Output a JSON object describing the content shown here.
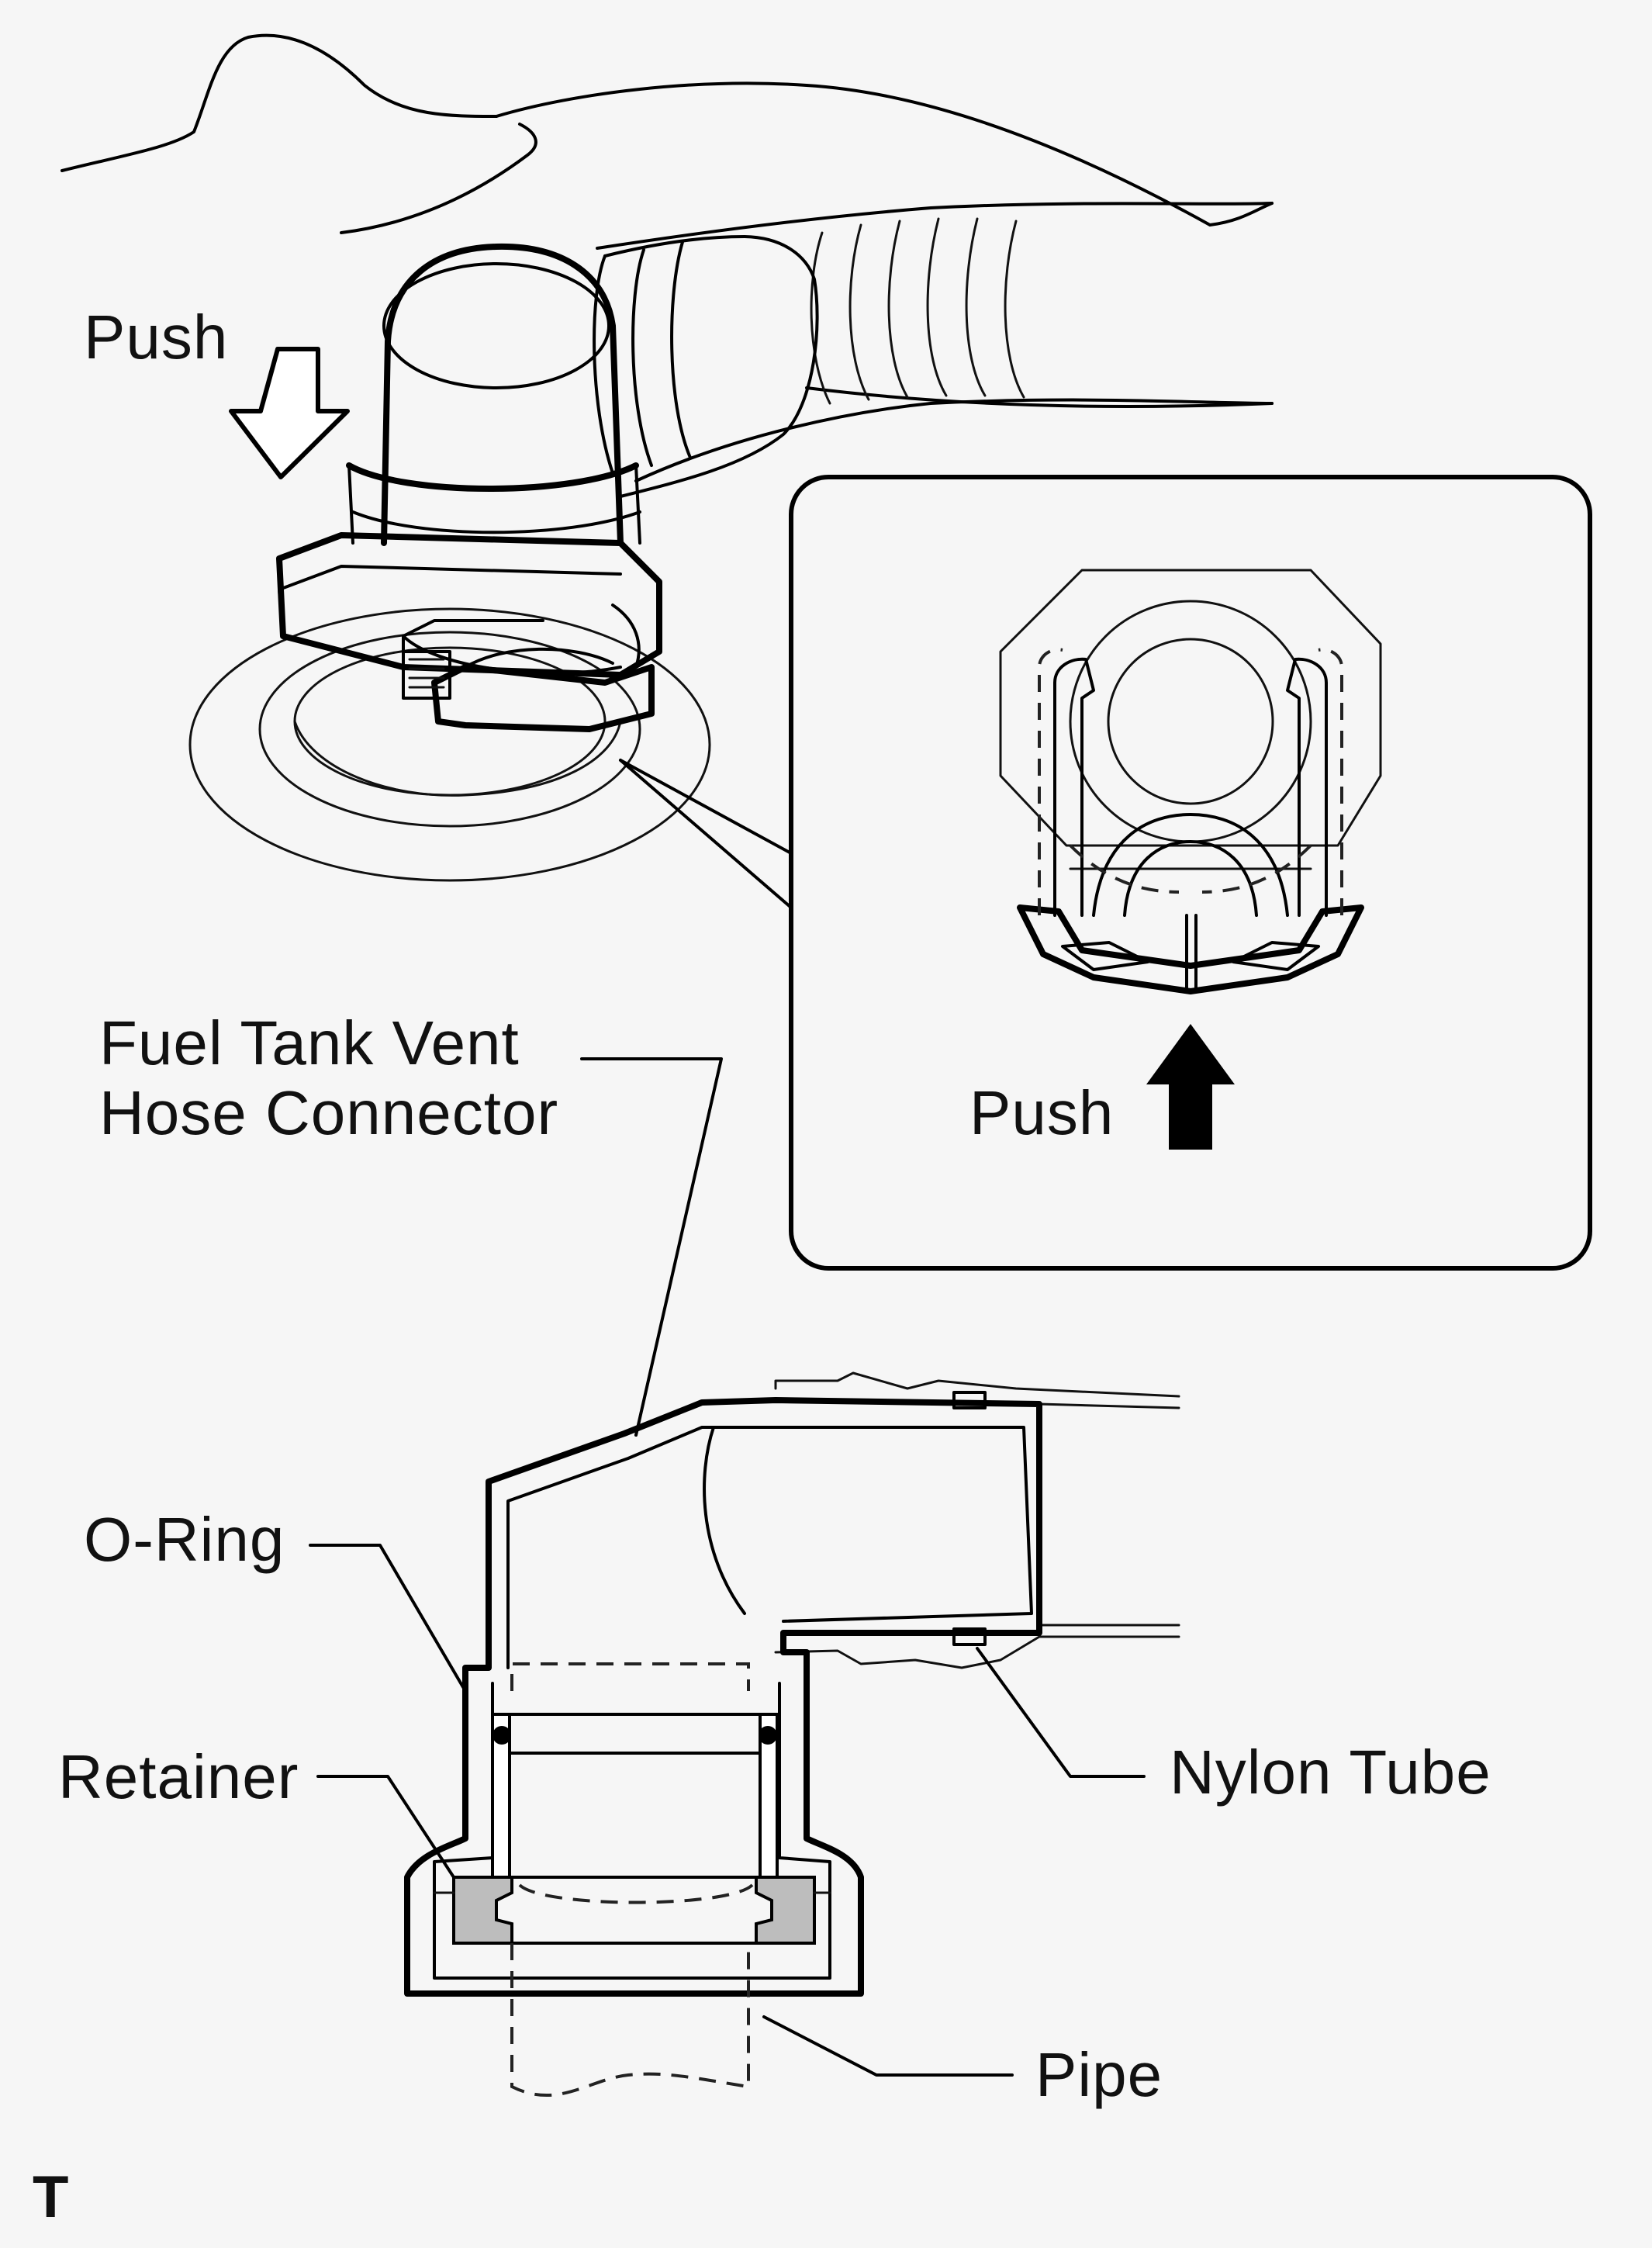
{
  "diagram": {
    "push_top": "Push",
    "push_inset": "Push",
    "connector_label_line1": "Fuel Tank Vent",
    "connector_label_line2": "Hose Connector",
    "oring_label": "O-Ring",
    "retainer_label": "Retainer",
    "nylon_tube_label": "Nylon Tube",
    "pipe_label": "Pipe",
    "corner_mark": "T"
  }
}
